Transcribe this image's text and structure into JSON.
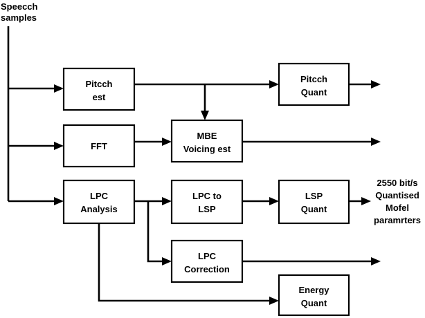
{
  "input_label": [
    "Speecch",
    "samples"
  ],
  "output_label": [
    "2550 bit/s",
    "Quantised",
    "Mofel",
    "paramrters"
  ],
  "blocks": {
    "pitch_est": [
      "Pitcch",
      "est"
    ],
    "pitch_quant": [
      "Pitcch",
      "Quant"
    ],
    "fft": [
      "FFT"
    ],
    "mbe_voicing": [
      "MBE",
      "Voicing est"
    ],
    "lpc_analysis": [
      "LPC",
      "Analysis"
    ],
    "lpc_to_lsp": [
      "LPC to",
      "LSP"
    ],
    "lsp_quant": [
      "LSP",
      "Quant"
    ],
    "lpc_correction": [
      "LPC",
      "Correction"
    ],
    "energy_quant": [
      "Energy",
      "Quant"
    ]
  },
  "colors": {
    "stroke": "#000000",
    "background": "#ffffff"
  }
}
